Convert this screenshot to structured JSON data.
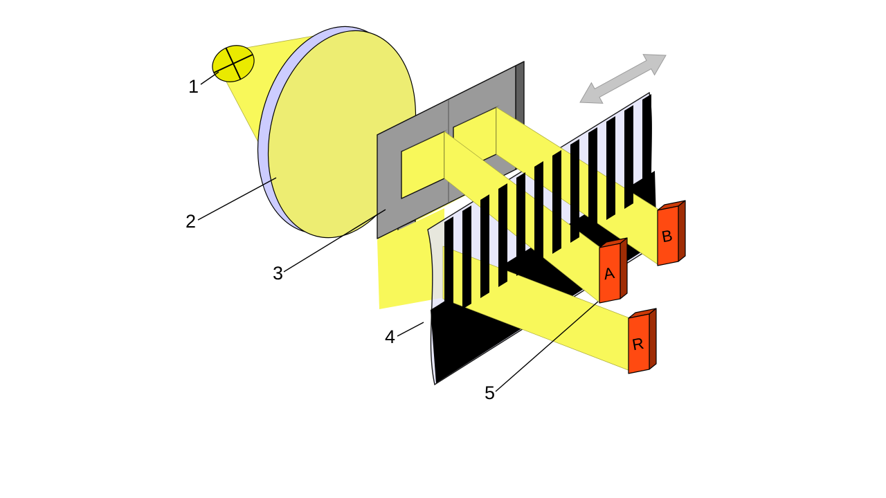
{
  "figure": {
    "background": "#FFFFFF",
    "colors": {
      "beam": "#F8F85A",
      "bulb": "#EAEA00",
      "lens_rim": "#CCCCFF",
      "lens_face": "#EDED72",
      "film": "#E3E3FA",
      "mask_front": "#9A9A9A",
      "mask_top": "#C8C8C8",
      "mask_side": "#5F5F5F",
      "mask_shadow": "#565656",
      "stripe": "#000000",
      "detector_front": "#FF4A11",
      "detector_top": "#CC3A08",
      "detector_side": "#A02D05",
      "arrow": "#C6C6C6",
      "line": "#000000"
    },
    "callouts": [
      "1",
      "2",
      "3",
      "4",
      "5"
    ],
    "detectors": [
      "A",
      "B",
      "R"
    ]
  }
}
